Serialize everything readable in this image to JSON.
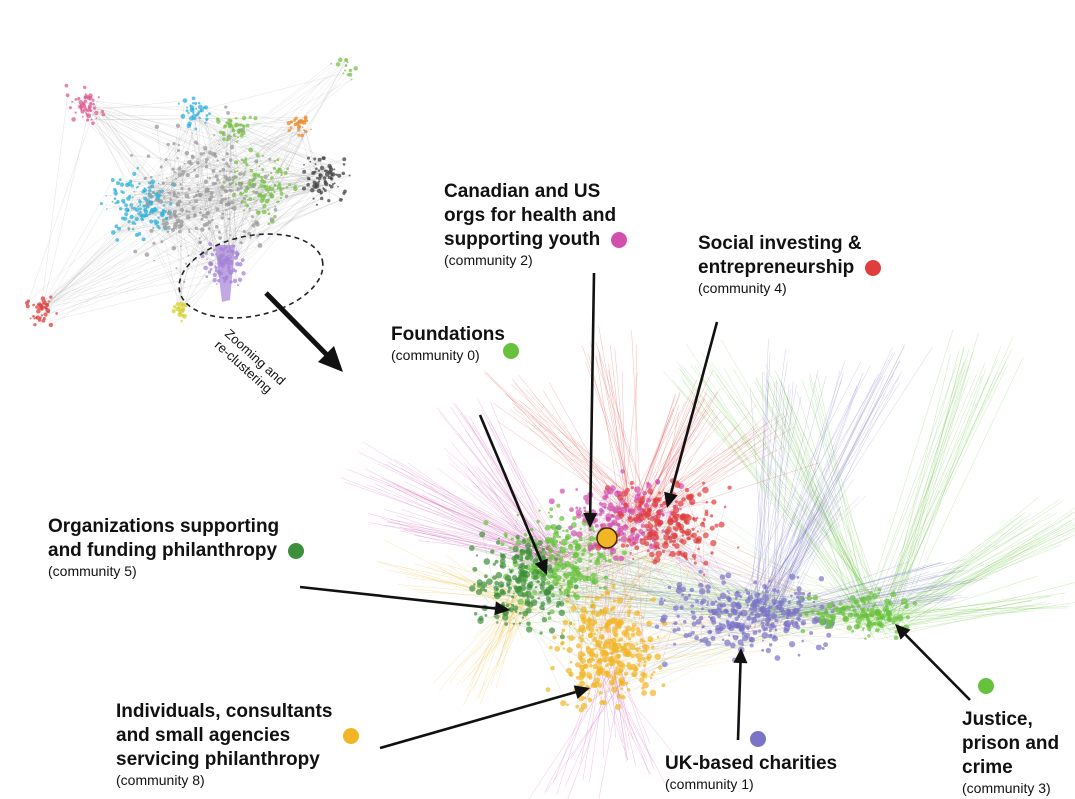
{
  "zoom_note_line1": "Zooming and",
  "zoom_note_line2": "re-clustering",
  "communities": [
    {
      "id": "c2",
      "title_lines": [
        "Canadian and US",
        "orgs for health and",
        "supporting youth"
      ],
      "community": "(community 2)",
      "color": "#d24fae"
    },
    {
      "id": "c4",
      "title_lines": [
        "Social investing &",
        "entrepreneurship"
      ],
      "community": "(community 4)",
      "color": "#e03d3d"
    },
    {
      "id": "c0",
      "title_lines": [
        "Foundations"
      ],
      "community": "(community 0)",
      "color": "#66c23c"
    },
    {
      "id": "c5",
      "title_lines": [
        "Organizations supporting",
        "and funding philanthropy"
      ],
      "community": "(community 5)",
      "color": "#3d8f3a"
    },
    {
      "id": "c8",
      "title_lines": [
        "Individuals, consultants",
        "and small agencies",
        "servicing philanthropy"
      ],
      "community": "(community 8)",
      "color": "#f2b526"
    },
    {
      "id": "c1",
      "title_lines": [
        "UK-based charities"
      ],
      "community": "(community 1)",
      "color": "#7b74c6"
    },
    {
      "id": "c3",
      "title_lines": [
        "Justice,",
        "prison and",
        "crime"
      ],
      "community": "(community 3)",
      "color": "#66c23c"
    }
  ],
  "overview_colors": {
    "pink": "#e05a8c",
    "blue": "#2bb3d9",
    "green": "#79c24a",
    "orange": "#e88b2b",
    "dark": "#444444",
    "purple": "#a683d8",
    "yellow": "#d5d22b",
    "red": "#e03d3d",
    "gray": "#999999"
  }
}
